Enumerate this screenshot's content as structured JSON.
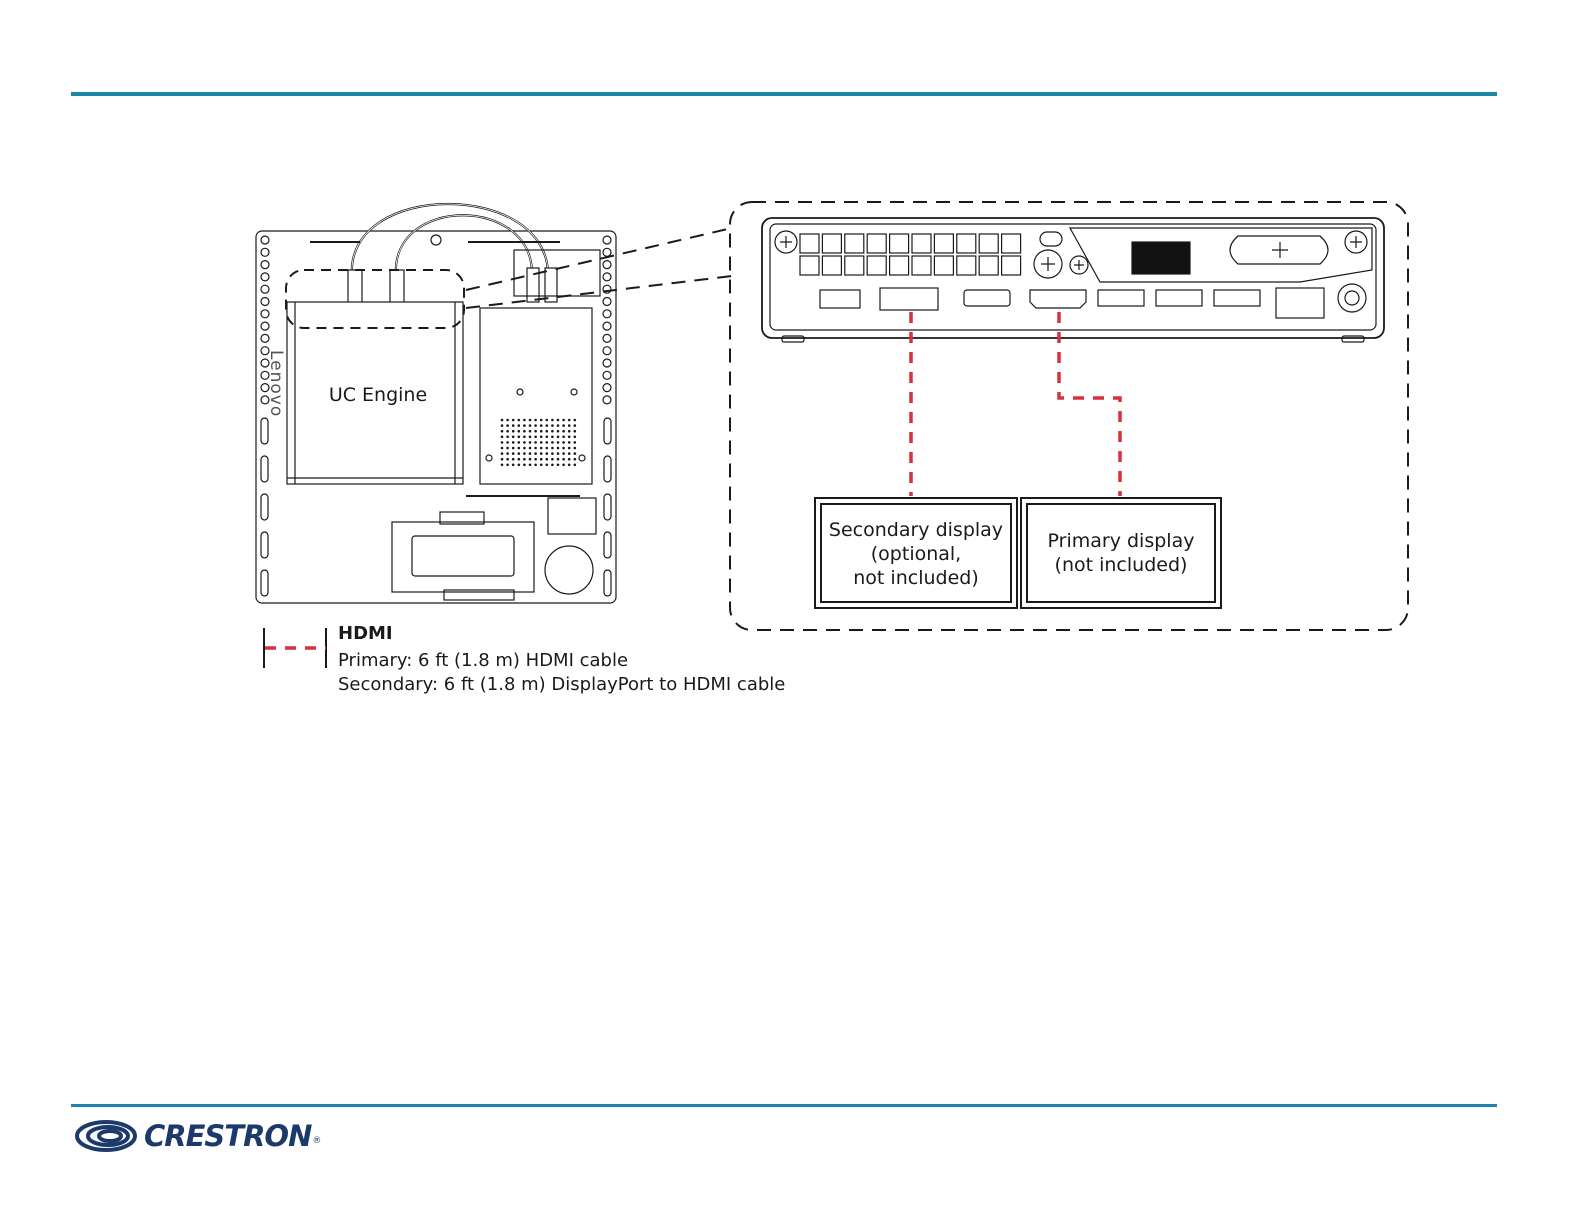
{
  "colors": {
    "rule": "#1a85a6",
    "hdmi_cable": "#d8313b",
    "logo": "#1b3a6b",
    "line": "#1a1a1a"
  },
  "diagram": {
    "device_label": "UC Engine",
    "device_brand": "Lenovo",
    "secondary_display": {
      "line1": "Secondary display",
      "line2": "(optional,",
      "line3": "not included)"
    },
    "primary_display": {
      "line1": "Primary display",
      "line2": "(not included)"
    }
  },
  "legend": {
    "title": "HDMI",
    "primary": "Primary: 6 ft (1.8 m) HDMI cable",
    "secondary": "Secondary: 6 ft (1.8 m) DisplayPort to HDMI cable"
  },
  "footer": {
    "logo_text": "CRESTRON",
    "logo_mark": "®"
  }
}
